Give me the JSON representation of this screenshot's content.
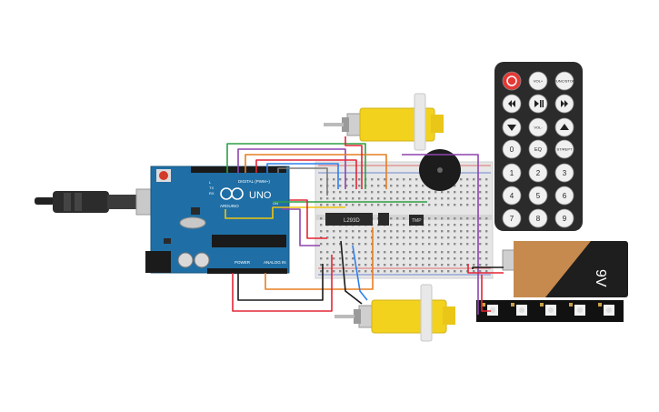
{
  "arduino": {
    "brand": "UNO",
    "logo_text": "ARDUINO",
    "digital_label": "DIGITAL (PWM~)",
    "power_label": "POWER",
    "analog_label": "ANALOG IN",
    "tx_label": "TX",
    "rx_label": "RX",
    "l_label": "L",
    "on_label": "ON"
  },
  "ic_label": "L293D",
  "sensor_label": "TMP",
  "battery": {
    "label": "9V"
  },
  "remote": {
    "buttons": [
      "power",
      "VOL+",
      "FUNC/STOP",
      "prev",
      "play-pause",
      "next",
      "down",
      "VOL-",
      "up",
      "0",
      "EQ",
      "ST/REPT",
      "1",
      "2",
      "3",
      "4",
      "5",
      "6",
      "7",
      "8",
      "9"
    ]
  },
  "colors": {
    "arduino_board": "#1f6fa6",
    "motor_yellow": "#f3d21e",
    "breadboard": "#e6e6e6",
    "remote_body": "#2b2b2b",
    "battery_body": "#c68a4e",
    "led_strip": "#111111"
  }
}
